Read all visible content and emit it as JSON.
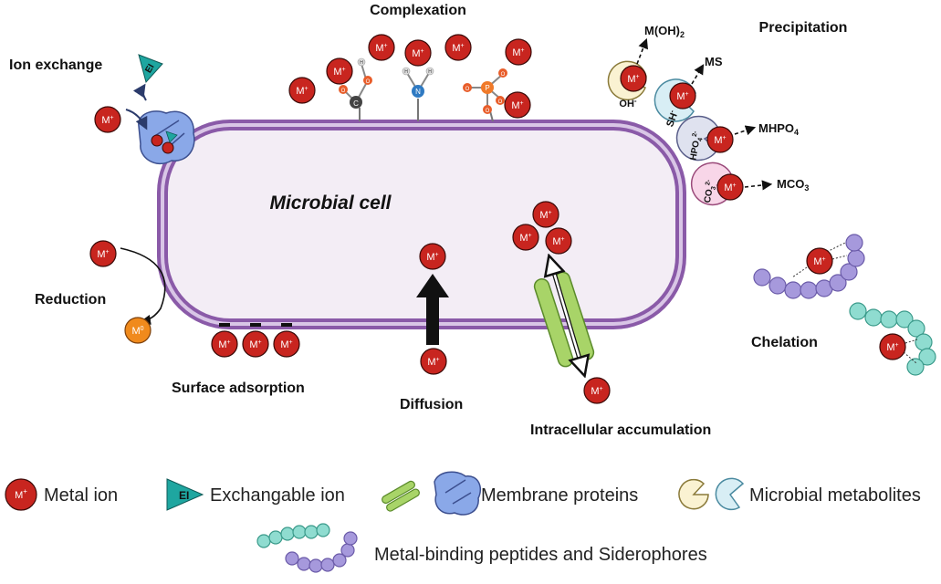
{
  "labels": {
    "complexation": "Complexation",
    "ion_exchange": "Ion exchange",
    "precipitation": "Precipitation",
    "microbial_cell": "Microbial cell",
    "reduction": "Reduction",
    "surface_adsorption": "Surface adsorption",
    "diffusion": "Diffusion",
    "intracellular_accumulation": "Intracellular accumulation",
    "chelation": "Chelation"
  },
  "ions": {
    "metal_base": "M",
    "metal_charge": "+",
    "reduced_charge": "0",
    "exchangeable": "EI"
  },
  "precipitation": {
    "oh": "OH",
    "oh_sup": "-",
    "sh": "SH",
    "sh_sup": "-",
    "hpo4": "HPO",
    "hpo4_sub": "4",
    "hpo4_sup": "2-",
    "co3": "CO",
    "co3_sub": "3",
    "co3_sup": "2-",
    "prod_moh2": "M(OH)",
    "prod_moh2_sub": "2",
    "prod_ms": "MS",
    "prod_mhpo4": "MHPO",
    "prod_mhpo4_sub": "4",
    "prod_mco3": "MCO",
    "prod_mco3_sub": "3"
  },
  "complexation_atoms": {
    "c": "C",
    "o": "O",
    "h": "H",
    "n": "N",
    "p": "P"
  },
  "legend": {
    "metal_ion": "Metal ion",
    "exchangable_ion": "Exchangable ion",
    "membrane_proteins": "Membrane proteins",
    "microbial_metabolites": "Microbial metabolites",
    "peptides": "Metal-binding peptides and Siderophores"
  },
  "colors": {
    "metal": "#c8251f",
    "reduced": "#f08a1c",
    "exchangeable": "#1ea6a0",
    "cell_fill": "#f3edf5",
    "membrane": "#8a5aa8",
    "green_protein": "#a8d468",
    "blue_protein": "#8aa8e8",
    "peptide_purple": "#a699dc",
    "peptide_teal": "#8fdcd0"
  }
}
